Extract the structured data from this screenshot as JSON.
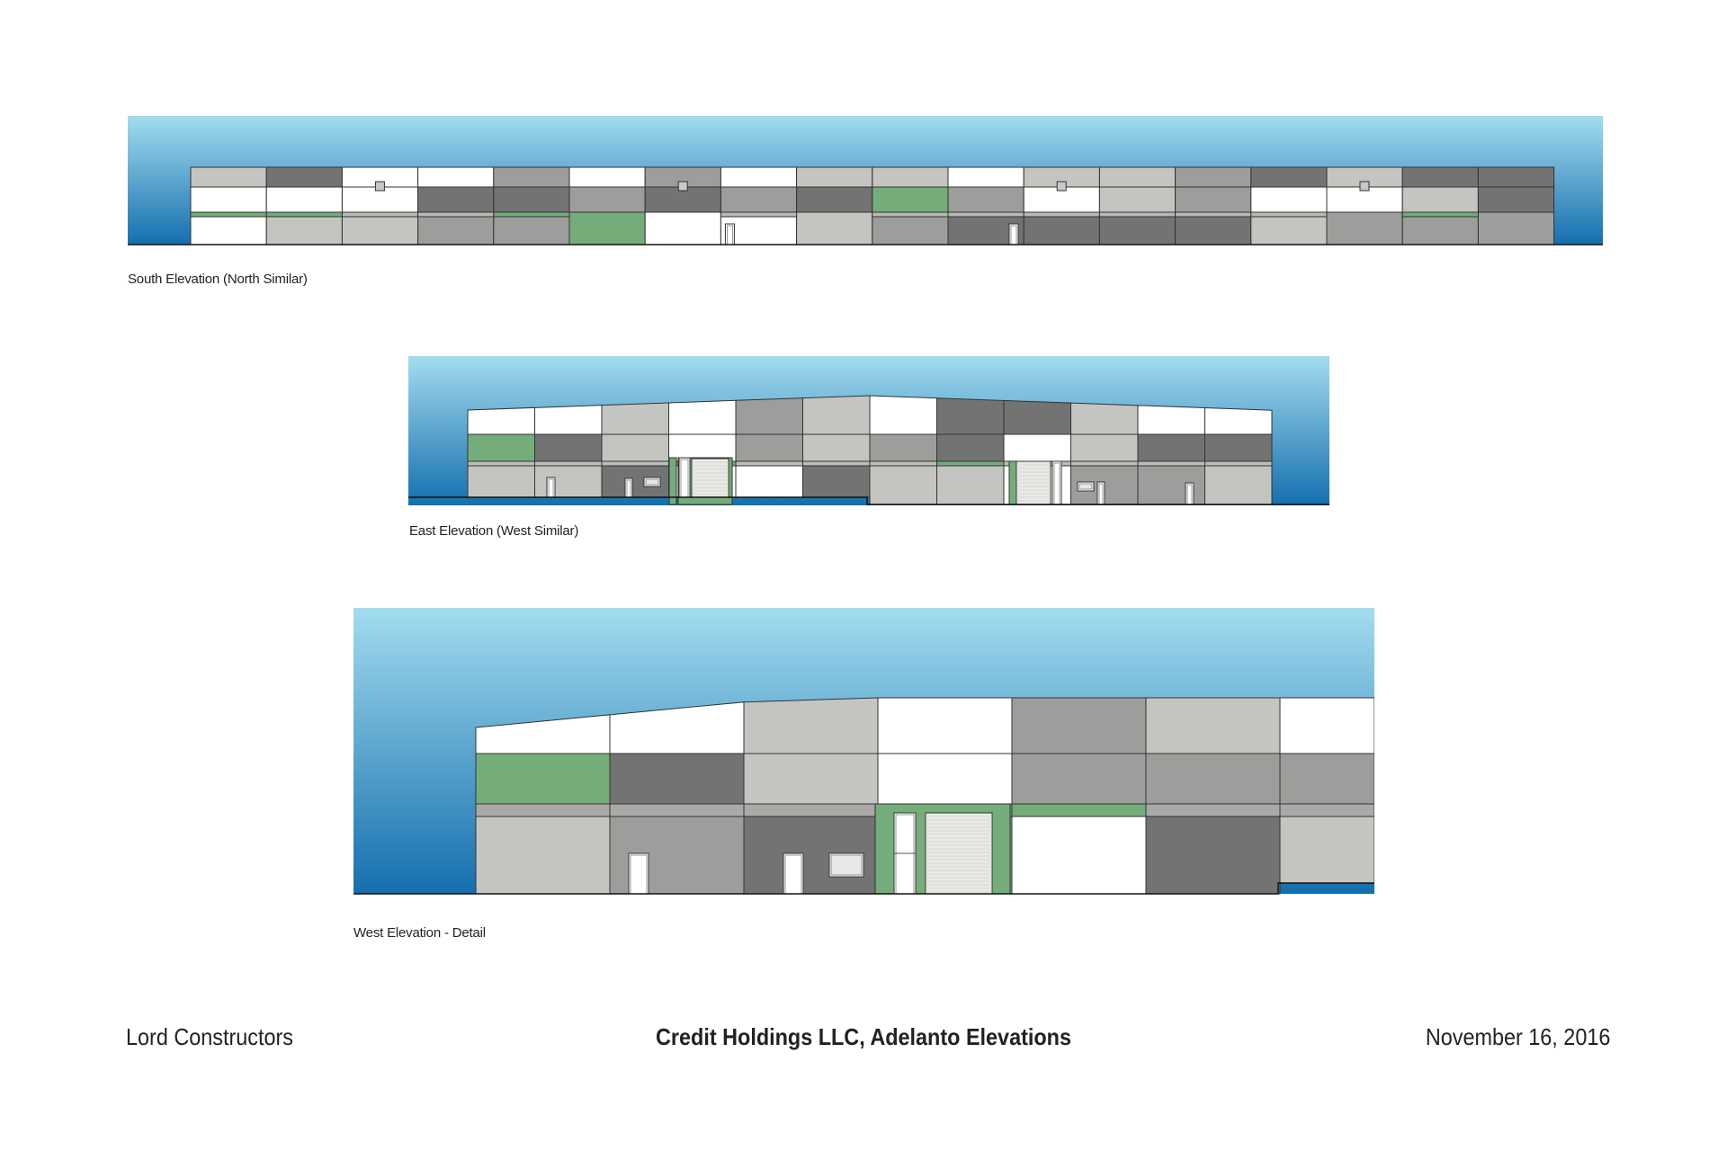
{
  "captions": {
    "south": "South Elevation (North Similar)",
    "east": "East Elevation (West Similar)",
    "west": "West Elevation - Detail"
  },
  "footer": {
    "company": "Lord Constructors",
    "title": "Credit Holdings LLC, Adelanto Elevations",
    "date": "November 16, 2016"
  },
  "colors": {
    "sky_top": "#9fdcef",
    "sky_bottom": "#1471b0",
    "white": "#ffffff",
    "light_gray": "#c4c5c1",
    "mid_gray": "#9d9d9b",
    "dark_gray": "#737373",
    "green": "#75ad7a",
    "outline": "#333333"
  }
}
